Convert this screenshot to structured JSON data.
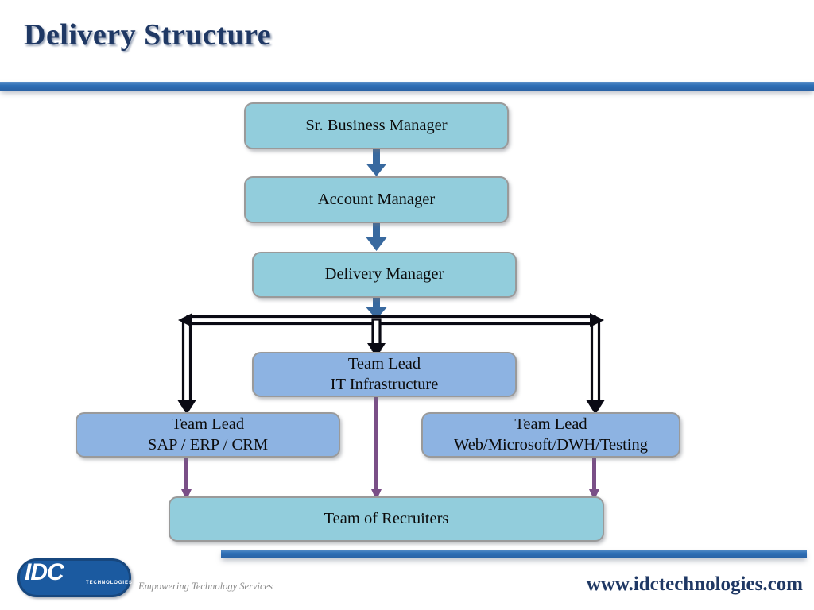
{
  "slide": {
    "title": "Delivery Structure",
    "accent_color": "#2E6FB5",
    "title_color": "#1F3864"
  },
  "chart_data": {
    "type": "diagram",
    "title": "Delivery Structure",
    "nodes": [
      {
        "id": "sr-business-manager",
        "label": "Sr. Business Manager",
        "lines": [
          "Sr. Business Manager"
        ],
        "level": 1,
        "color": "#92CDDC"
      },
      {
        "id": "account-manager",
        "label": "Account Manager",
        "lines": [
          "Account Manager"
        ],
        "level": 2,
        "color": "#92CDDC"
      },
      {
        "id": "delivery-manager",
        "label": "Delivery Manager",
        "lines": [
          "Delivery Manager"
        ],
        "level": 3,
        "color": "#92CDDC"
      },
      {
        "id": "team-lead-it",
        "label": "Team Lead IT Infrastructure",
        "lines": [
          "Team Lead",
          "IT Infrastructure"
        ],
        "level": 4,
        "color": "#8DB3E2"
      },
      {
        "id": "team-lead-sap",
        "label": "Team Lead SAP / ERP / CRM",
        "lines": [
          "Team Lead",
          "SAP / ERP / CRM"
        ],
        "level": 5,
        "color": "#8DB3E2"
      },
      {
        "id": "team-lead-web",
        "label": "Team Lead Web/Microsoft/DWH/Testing",
        "lines": [
          "Team Lead",
          "Web/Microsoft/DWH/Testing"
        ],
        "level": 5,
        "color": "#8DB3E2"
      },
      {
        "id": "team-of-recruiters",
        "label": "Team of Recruiters",
        "lines": [
          "Team of Recruiters"
        ],
        "level": 6,
        "color": "#92CDDC"
      }
    ],
    "edges": [
      {
        "from": "sr-business-manager",
        "to": "account-manager",
        "style": "blue-arrow"
      },
      {
        "from": "account-manager",
        "to": "delivery-manager",
        "style": "blue-arrow"
      },
      {
        "from": "delivery-manager",
        "to": "distributor",
        "style": "blue-arrow"
      },
      {
        "from": "distributor",
        "to": "team-lead-it",
        "style": "black-block-arrow"
      },
      {
        "from": "distributor",
        "to": "team-lead-sap",
        "style": "black-block-arrow"
      },
      {
        "from": "distributor",
        "to": "team-lead-web",
        "style": "black-block-arrow"
      },
      {
        "from": "team-lead-sap",
        "to": "team-of-recruiters",
        "style": "purple-arrow"
      },
      {
        "from": "team-lead-it",
        "to": "team-of-recruiters",
        "style": "purple-arrow"
      },
      {
        "from": "team-lead-web",
        "to": "team-of-recruiters",
        "style": "purple-arrow"
      }
    ],
    "edge_colors": {
      "blue-arrow": "#38699F",
      "black-block-arrow": "#0A0A14",
      "purple-arrow": "#7A4F87"
    }
  },
  "nodes": {
    "sr_business_manager": {
      "line1": "Sr. Business Manager"
    },
    "account_manager": {
      "line1": "Account Manager"
    },
    "delivery_manager": {
      "line1": "Delivery Manager"
    },
    "team_lead_it": {
      "line1": "Team Lead",
      "line2": "IT Infrastructure"
    },
    "team_lead_sap": {
      "line1": "Team Lead",
      "line2": "SAP / ERP / CRM"
    },
    "team_lead_web": {
      "line1": "Team Lead",
      "line2": "Web/Microsoft/DWH/Testing"
    },
    "team_of_recruiters": {
      "line1": "Team of Recruiters"
    }
  },
  "footer": {
    "url": "www.idctechnologies.com",
    "logo_letters": "IDC",
    "logo_sub": "TECHNOLOGIES",
    "logo_tagline": "Empowering Technology Services"
  }
}
